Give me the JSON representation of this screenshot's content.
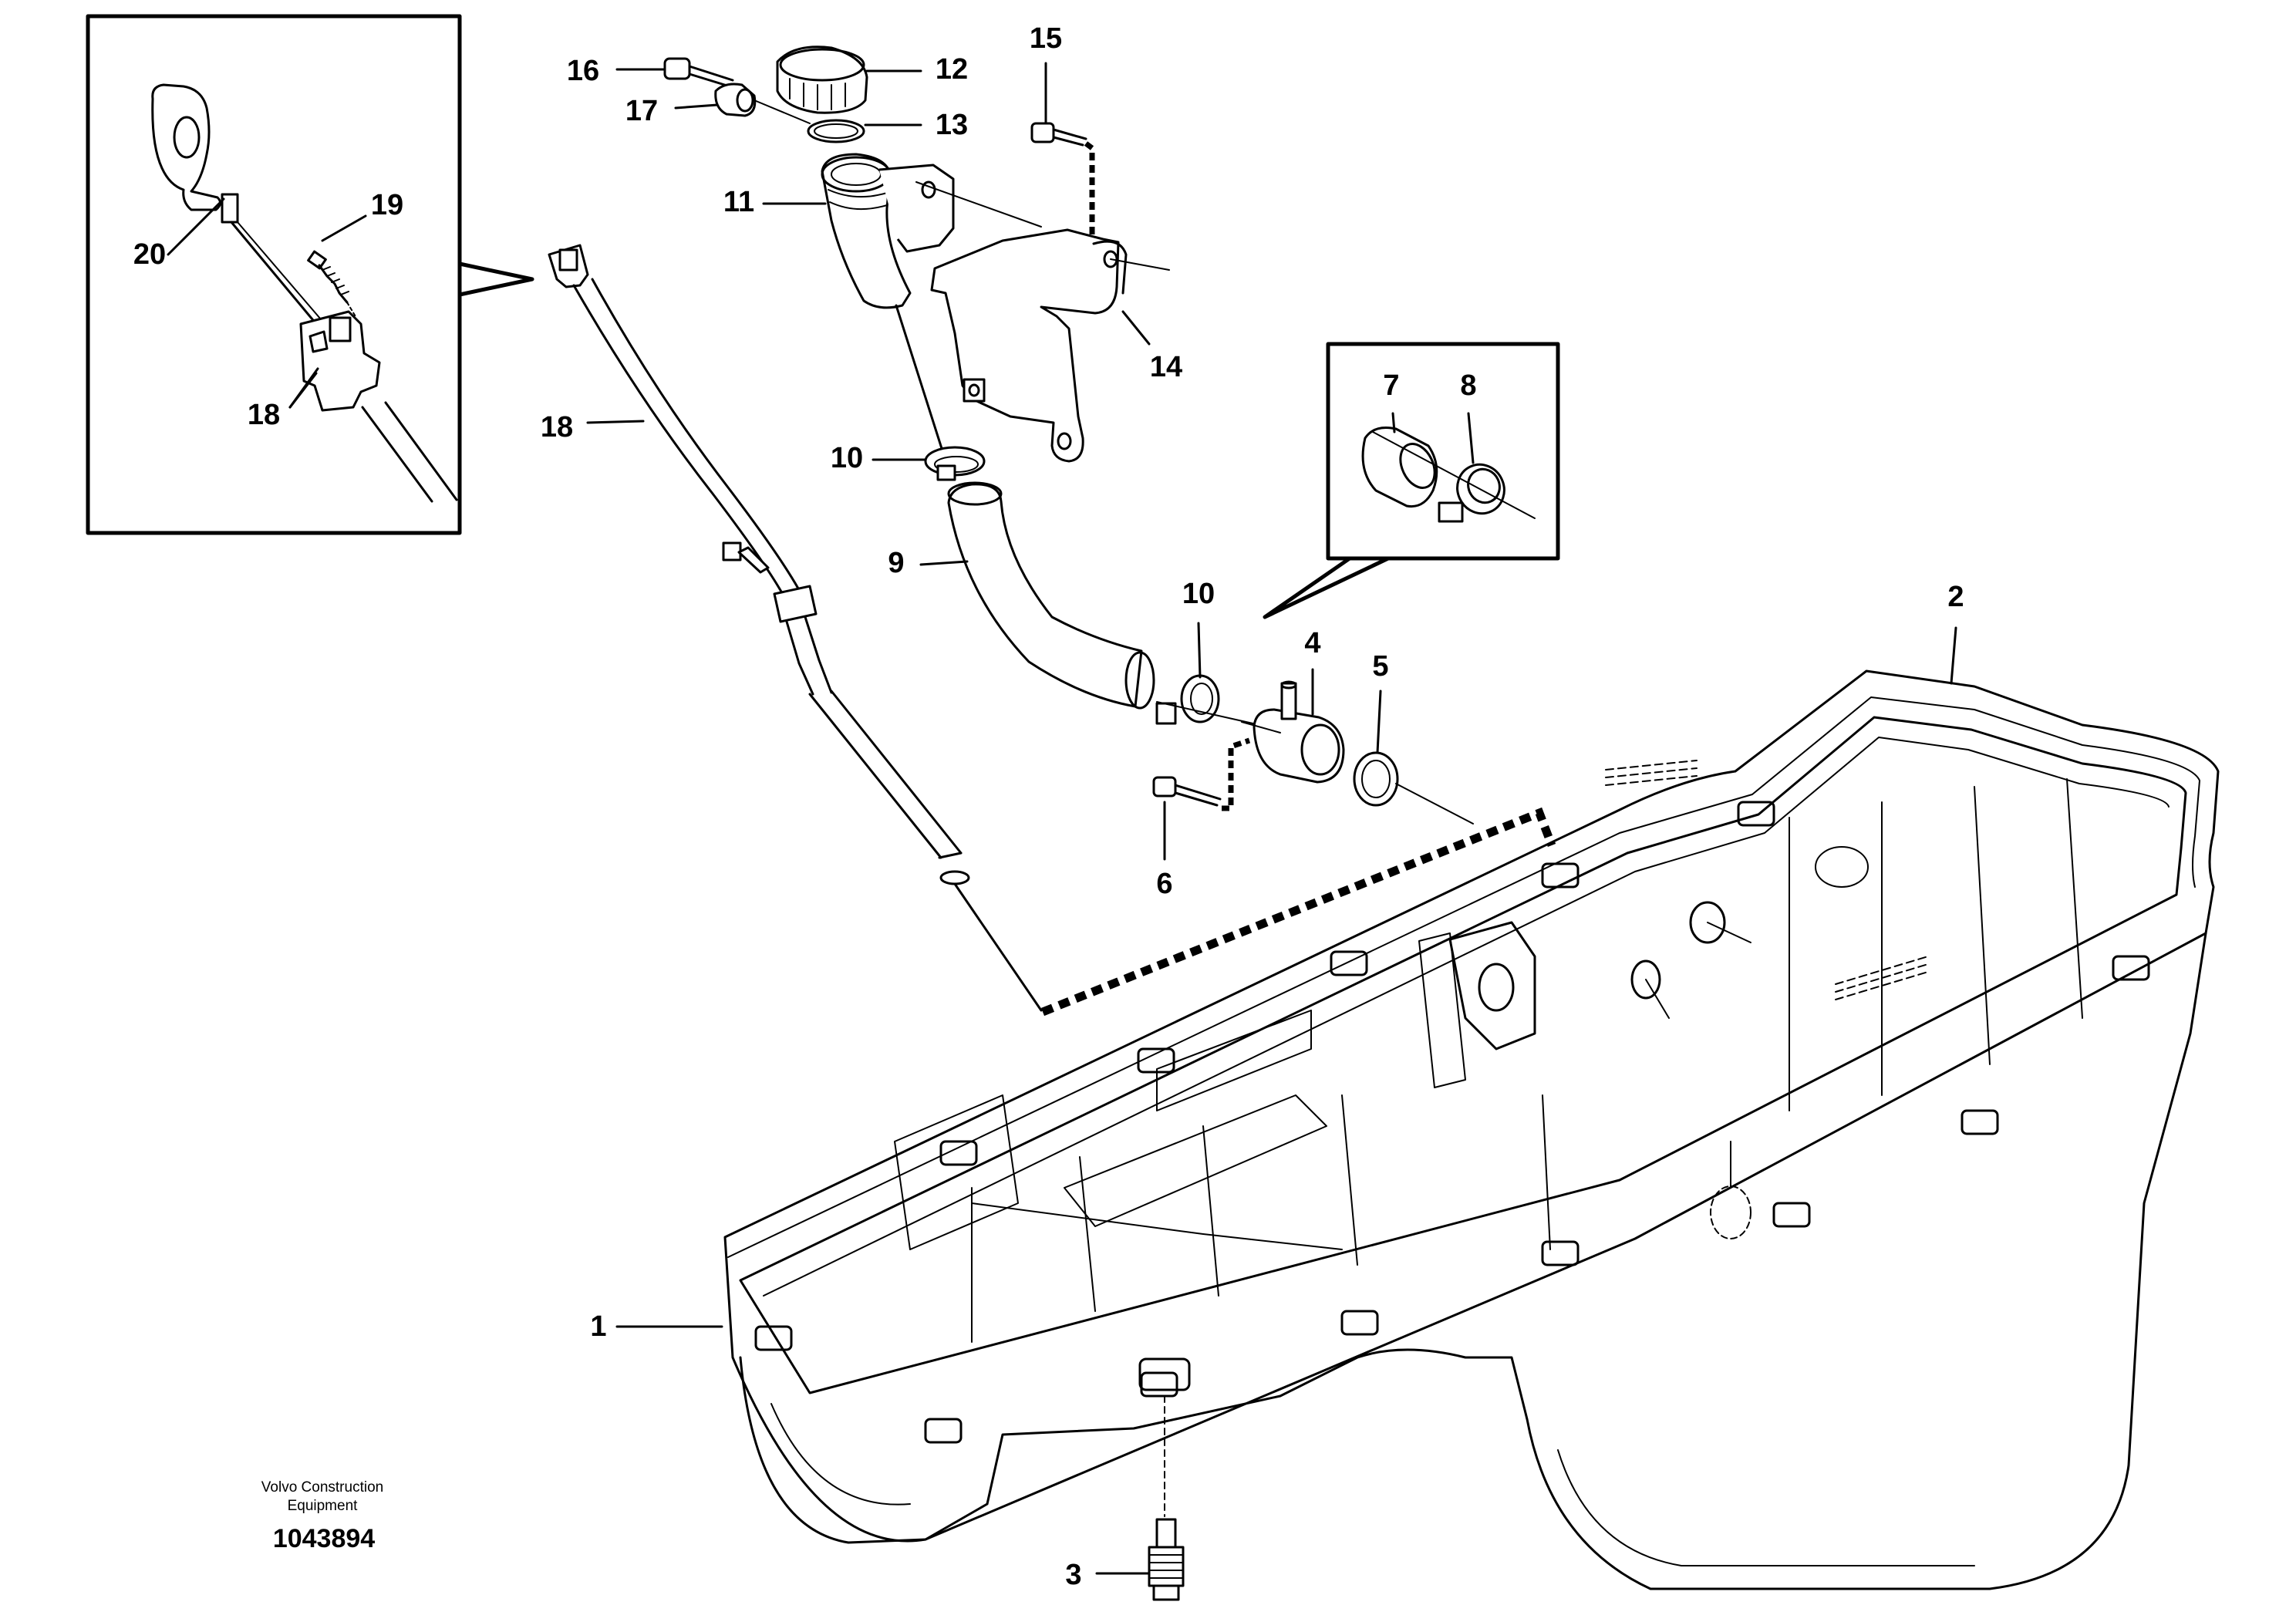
{
  "brand": {
    "line1": "Volvo Construction",
    "line2": "Equipment",
    "document_number": "1043894"
  },
  "callouts": {
    "c1": "1",
    "c2": "2",
    "c3": "3",
    "c4": "4",
    "c5": "5",
    "c6": "6",
    "c7": "7",
    "c8": "8",
    "c9": "9",
    "c10a": "10",
    "c10b": "10",
    "c11": "11",
    "c12": "12",
    "c13": "13",
    "c14": "14",
    "c15": "15",
    "c16": "16",
    "c17": "17",
    "c18a": "18",
    "c18b": "18",
    "c19": "19",
    "c20": "20"
  }
}
